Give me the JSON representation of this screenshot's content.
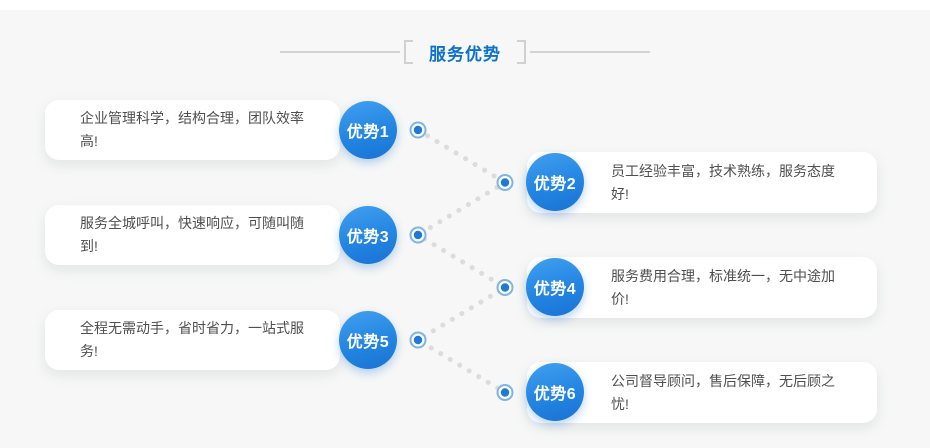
{
  "header": {
    "title": "服务优势"
  },
  "advantages": [
    {
      "badge": "优势1",
      "text": "企业管理科学，结构合理，团队效率高!"
    },
    {
      "badge": "优势2",
      "text": "员工经验丰富，技术熟练，服务态度好!"
    },
    {
      "badge": "优势3",
      "text": "服务全城呼叫，快速响应，可随叫随到!"
    },
    {
      "badge": "优势4",
      "text": "服务费用合理，标准统一，无中途加价!"
    },
    {
      "badge": "优势5",
      "text": "全程无需动手，省时省力，一站式服务!"
    },
    {
      "badge": "优势6",
      "text": "公司督导顾问，售后保障，无后顾之忧!"
    }
  ],
  "colors": {
    "panel_background": "#f6f7f6",
    "title_blue": "#0e72cc",
    "badge_blue_light": "#42a0ef",
    "badge_blue_dark": "#1a72d3",
    "connector_dot": "#dcdcdc",
    "node_ring": "#7db4e4",
    "node_dot": "#1e7ad6",
    "card_text": "#4f4f4f"
  }
}
